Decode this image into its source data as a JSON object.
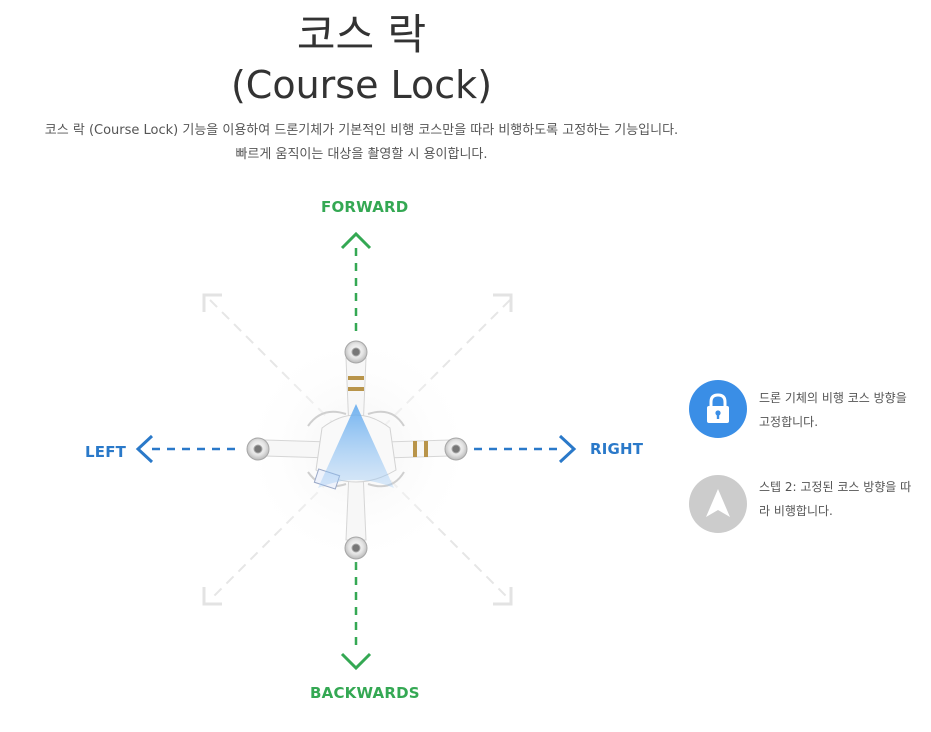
{
  "header": {
    "title_line1": "코스 락",
    "title_line2": "(Course Lock)"
  },
  "description": {
    "line1": "코스 락 (Course Lock) 기능을 이용하여 드론기체가 기본적인 비행 코스만을 따라 비행하도록 고정하는 기능입니다.",
    "line2": "빠르게 움직이는 대상을 촬영할 시 용이합니다."
  },
  "diagram": {
    "forward_label": "FORWARD",
    "backwards_label": "BACKWARDS",
    "left_label": "LEFT",
    "right_label": "RIGHT",
    "colors": {
      "forward_back": "#34a853",
      "left_right": "#2a79c9",
      "diagonal": "#e6e6e6"
    }
  },
  "legend": {
    "items": [
      {
        "icon": "lock-icon",
        "color": "#3a8ee6",
        "text": "드론 기체의 비행 코스 방향을 고정합니다."
      },
      {
        "icon": "navigation-arrow-icon",
        "color": "#cccccc",
        "text": "스텝 2: 고정된 코스 방향을 따라 비행합니다."
      }
    ]
  }
}
